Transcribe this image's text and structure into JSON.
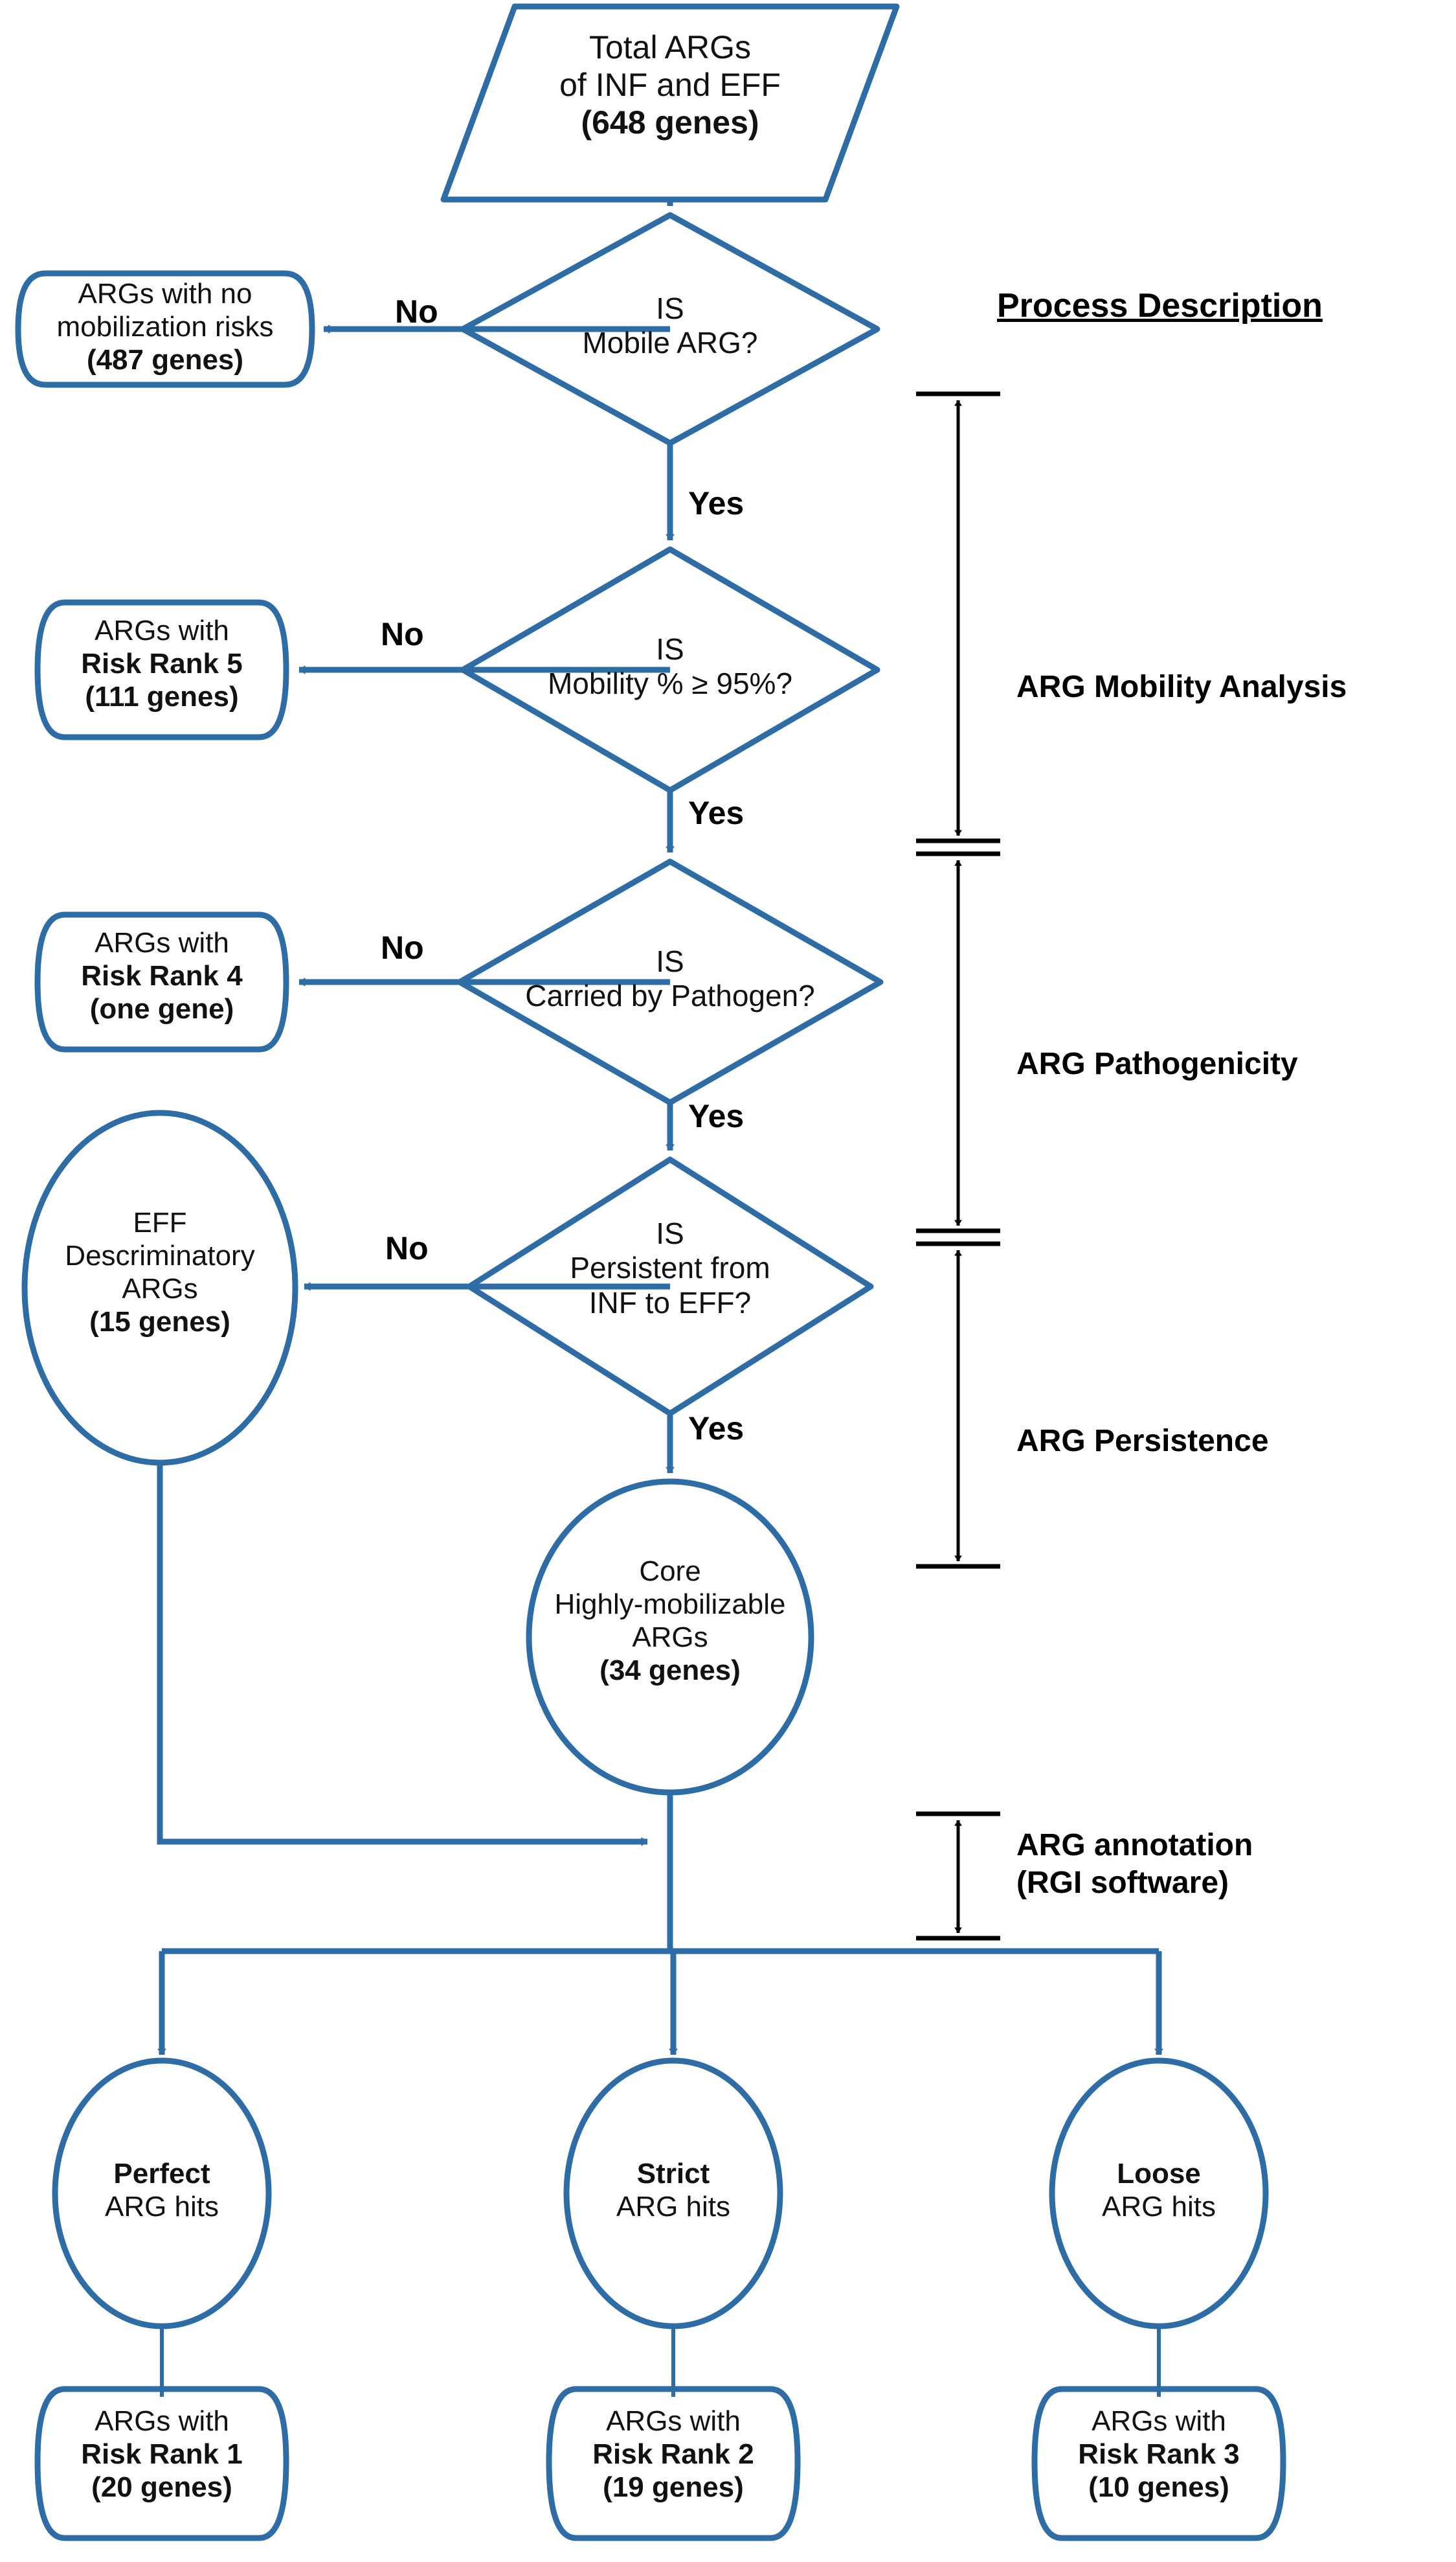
{
  "theme": {
    "shape_stroke": "#2E6CA6",
    "dimension_stroke": "#000000",
    "text": "#111111",
    "background": "#FFFFFF"
  },
  "header": {
    "process_description": "Process Description"
  },
  "nodes": {
    "start": {
      "shape": "parallelogram",
      "line1": "Total ARGs",
      "line2": "of INF and EFF",
      "line3": "(648 genes)"
    },
    "decision_mobile": {
      "shape": "diamond",
      "line1": "IS",
      "line2": "Mobile ARG?"
    },
    "no_mobilization": {
      "shape": "rounded-box",
      "line1": "ARGs with no",
      "line2": "mobilization risks",
      "line3": "(487 genes)"
    },
    "decision_mobility_pct": {
      "shape": "diamond",
      "line1": "IS",
      "line2": "Mobility % ≥ 95%?"
    },
    "risk_rank_5": {
      "shape": "rounded-box",
      "line1": "ARGs with",
      "line2": "Risk Rank 5",
      "line3": "(111 genes)"
    },
    "decision_pathogen": {
      "shape": "diamond",
      "line1": "IS",
      "line2": "Carried by Pathogen?"
    },
    "risk_rank_4": {
      "shape": "rounded-box",
      "line1": "ARGs with",
      "line2": "Risk Rank 4",
      "line3": "(one gene)"
    },
    "decision_persistent": {
      "shape": "diamond",
      "line1": "IS",
      "line2": "Persistent from",
      "line3": "INF to EFF?"
    },
    "eff_descriminatory": {
      "shape": "circle",
      "line1": "EFF",
      "line2": "Descriminatory",
      "line3": "ARGs",
      "line4": "(15 genes)"
    },
    "core_highly_mobilizable": {
      "shape": "circle",
      "line1": "Core",
      "line2": "Highly-mobilizable",
      "line3": "ARGs",
      "line4": "(34 genes)"
    },
    "perfect_hits": {
      "shape": "circle",
      "line1": "Perfect",
      "line2": "ARG hits"
    },
    "strict_hits": {
      "shape": "circle",
      "line1": "Strict",
      "line2": "ARG hits"
    },
    "loose_hits": {
      "shape": "circle",
      "line1": "Loose",
      "line2": "ARG hits"
    },
    "risk_rank_1": {
      "shape": "rounded-box",
      "line1": "ARGs with",
      "line2": "Risk Rank 1",
      "line3": "(20 genes)"
    },
    "risk_rank_2": {
      "shape": "rounded-box",
      "line1": "ARGs with",
      "line2": "Risk Rank 2",
      "line3": "(19 genes)"
    },
    "risk_rank_3": {
      "shape": "rounded-box",
      "line1": "ARGs with",
      "line2": "Risk Rank 3",
      "line3": "(10 genes)"
    }
  },
  "edge_labels": {
    "no_1": "No",
    "yes_1": "Yes",
    "no_2": "No",
    "yes_2": "Yes",
    "no_3": "No",
    "yes_3": "Yes",
    "no_4": "No",
    "yes_4": "Yes"
  },
  "dimensions": {
    "mobility": "ARG Mobility Analysis",
    "pathogenicity": "ARG Pathogenicity",
    "persistence": "ARG Persistence",
    "annotation_line1": "ARG annotation",
    "annotation_line2": "(RGI software)"
  }
}
